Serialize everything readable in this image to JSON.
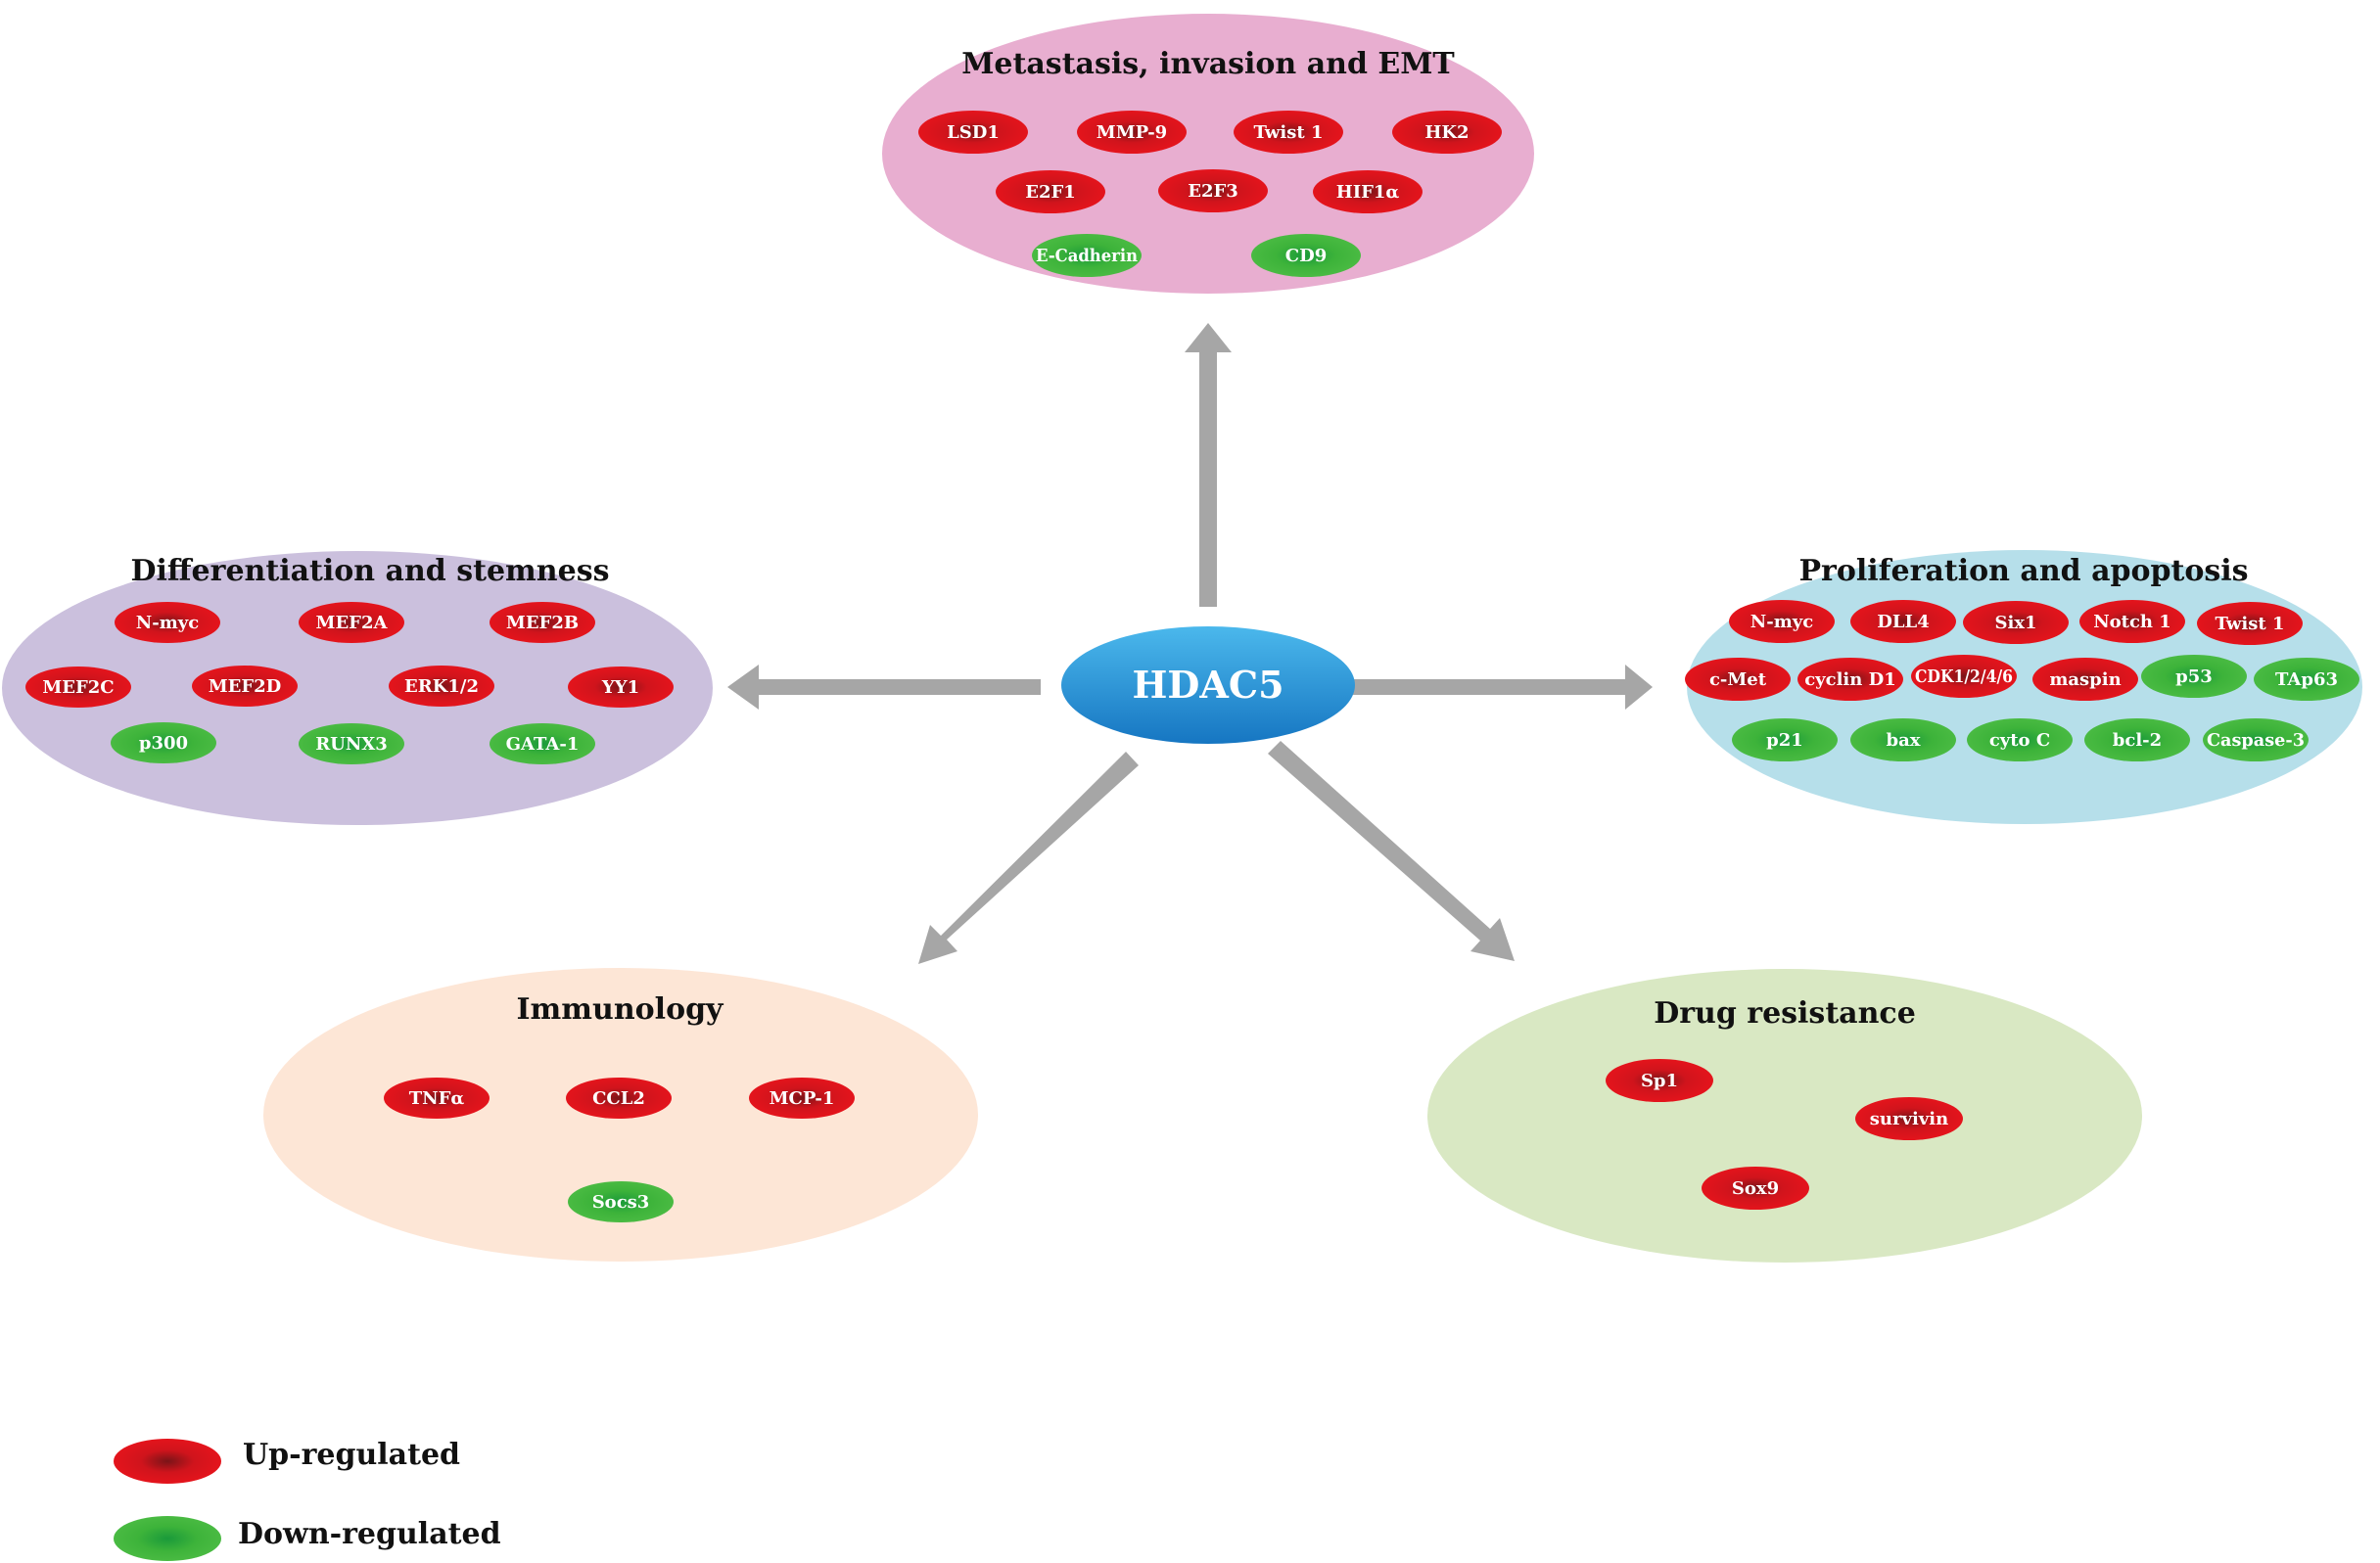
{
  "center": {
    "label": "HDAC5"
  },
  "colors": {
    "up": "#e2141c",
    "down": "#3db33a",
    "arrow": "#a6a6a6",
    "center": "#1f8fd2"
  },
  "groups": [
    {
      "id": "metastasis",
      "title": "Metastasis, invasion and EMT",
      "fill": "#e8aed0",
      "genes": [
        {
          "label": "LSD1",
          "reg": "up"
        },
        {
          "label": "MMP-9",
          "reg": "up"
        },
        {
          "label": "Twist 1",
          "reg": "up"
        },
        {
          "label": "HK2",
          "reg": "up"
        },
        {
          "label": "E2F1",
          "reg": "up"
        },
        {
          "label": "E2F3",
          "reg": "up"
        },
        {
          "label": "HIF1α",
          "reg": "up"
        },
        {
          "label": "E-Cadherin",
          "reg": "down"
        },
        {
          "label": "CD9",
          "reg": "down"
        }
      ]
    },
    {
      "id": "differentiation",
      "title": "Differentiation and stemness",
      "fill": "#cbc0dd",
      "genes": [
        {
          "label": "N-myc",
          "reg": "up"
        },
        {
          "label": "MEF2A",
          "reg": "up"
        },
        {
          "label": "MEF2B",
          "reg": "up"
        },
        {
          "label": "MEF2C",
          "reg": "up"
        },
        {
          "label": "MEF2D",
          "reg": "up"
        },
        {
          "label": "ERK1/2",
          "reg": "up"
        },
        {
          "label": "YY1",
          "reg": "up"
        },
        {
          "label": "p300",
          "reg": "down"
        },
        {
          "label": "RUNX3",
          "reg": "down"
        },
        {
          "label": "GATA-1",
          "reg": "down"
        }
      ]
    },
    {
      "id": "proliferation",
      "title": "Proliferation and apoptosis",
      "fill": "#b6dfea",
      "genes": [
        {
          "label": "N-myc",
          "reg": "up"
        },
        {
          "label": "DLL4",
          "reg": "up"
        },
        {
          "label": "Six1",
          "reg": "up"
        },
        {
          "label": "Notch 1",
          "reg": "up"
        },
        {
          "label": "Twist 1",
          "reg": "up"
        },
        {
          "label": "c-Met",
          "reg": "up"
        },
        {
          "label": "cyclin D1",
          "reg": "up"
        },
        {
          "label": "CDK1/2/4/6",
          "reg": "up"
        },
        {
          "label": "maspin",
          "reg": "up"
        },
        {
          "label": "p53",
          "reg": "down"
        },
        {
          "label": "TAp63",
          "reg": "down"
        },
        {
          "label": "p21",
          "reg": "down"
        },
        {
          "label": "bax",
          "reg": "down"
        },
        {
          "label": "cyto C",
          "reg": "down"
        },
        {
          "label": "bcl-2",
          "reg": "down"
        },
        {
          "label": "Caspase-3",
          "reg": "down"
        }
      ]
    },
    {
      "id": "immunology",
      "title": "Immunology",
      "fill": "#fde6d6",
      "genes": [
        {
          "label": "TNFα",
          "reg": "up"
        },
        {
          "label": "CCL2",
          "reg": "up"
        },
        {
          "label": "MCP-1",
          "reg": "up"
        },
        {
          "label": "Socs3",
          "reg": "down"
        }
      ]
    },
    {
      "id": "drug",
      "title": "Drug resistance",
      "fill": "#d9e8c3",
      "genes": [
        {
          "label": "Sp1",
          "reg": "up"
        },
        {
          "label": "survivin",
          "reg": "up"
        },
        {
          "label": "Sox9",
          "reg": "up"
        }
      ]
    }
  ],
  "legend": {
    "up_label": "Up-regulated",
    "down_label": "Down-regulated"
  }
}
